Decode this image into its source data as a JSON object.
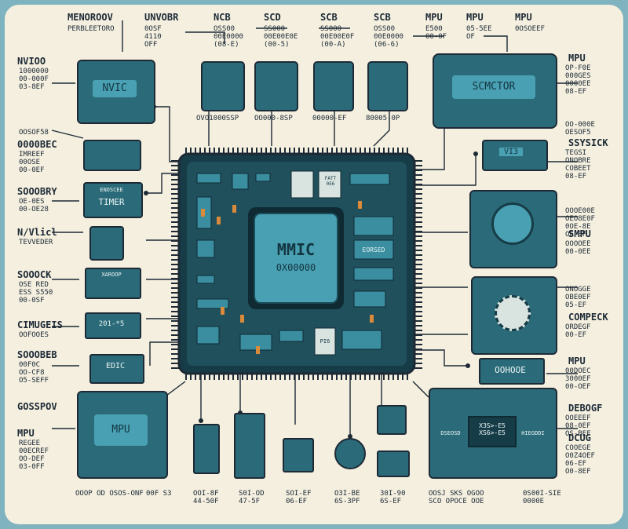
{
  "colors": {
    "paper": "#f4efdf",
    "frame": "#7fb3bf",
    "board": "#2b6b79",
    "board_dark": "#163c47",
    "chip": "#3a8ea0",
    "ink": "#1d2a36",
    "accent_orange": "#d98a3a"
  },
  "chip": {
    "name": "MMIC",
    "address": "0X00000"
  },
  "top_labels": [
    {
      "head": "MENOROOV",
      "sub": "PERBLEETORO"
    },
    {
      "head": "UNVOBR",
      "sub": "0OSF\n4110\nOFF"
    },
    {
      "head": "NCB",
      "sub": "OSS00\n00E0000\n(08-E)"
    },
    {
      "head": "SCD",
      "sub": "SS000\n00E00E0E\n(00-5)"
    },
    {
      "head": "SCB",
      "sub": "SS000\n00E00E0F\n(00-A)"
    },
    {
      "head": "SCB",
      "sub": "OSS00\n00E0000\n(06-6)"
    },
    {
      "head": "MPU",
      "sub": "E500\n00-0F"
    },
    {
      "head": "MPU",
      "sub": "05-5EE\nOF"
    },
    {
      "head": "MPU",
      "sub": "0OSOEEF"
    }
  ],
  "top_addresses": [
    "OVO1000SSP",
    "OO000-8SP",
    "00000-EF",
    "80005-0P"
  ],
  "modules": {
    "nvic": "NVIC",
    "scmctor": "SCMCTOR",
    "timer_top": "ENOSCEE",
    "timer": "TIMER",
    "vi3": "VI3",
    "xaroop": "XAROOP",
    "reg": "201-*5",
    "edic": "EDIC",
    "oohdde": "OOHOOE",
    "mpu": "MPU",
    "fattb": "FATT\n0E6",
    "ecrsed": "EORSED",
    "p16": "PI6",
    "sensor_l": "DSEOSD",
    "sensor_r": "HIEGDDI",
    "sensor_chip": "X3S>-E5\nXS6>-E5"
  },
  "left_labels": [
    {
      "head": "NVIOO",
      "sub": "1000000\n00-000F\n03-8EF"
    },
    {
      "head": "",
      "sub": "OOSOF58"
    },
    {
      "head": "0000BEC",
      "sub": "IMREEF\n00OSE\n00-0EF"
    },
    {
      "head": "SOOOBRY",
      "sub": "OE-0ES\n00-OE28"
    },
    {
      "head": "N/Vlicl",
      "sub": "TEVVEDER"
    },
    {
      "head": "SOOOCK",
      "sub": "OSE RED\nESS S550\n00-0SF"
    },
    {
      "head": "CIMUGEIS",
      "sub": "OOFOOES"
    },
    {
      "head": "SOOOBEB",
      "sub": "00F0C\nOO-CF8\nO5-SEFF"
    },
    {
      "head": "GOSSPOV",
      "sub": ""
    },
    {
      "head": "MPU",
      "sub": "REGEE\n00ECREF\nOO-DEF\n03-0FF"
    }
  ],
  "right_labels": [
    {
      "head": "MPU",
      "sub": "OP-F0E\n000GES\n0000EE\n08-EF"
    },
    {
      "head": "",
      "sub": "OO-000E\nOESOF5"
    },
    {
      "head": "SSYSICK",
      "sub": "TEGSI\nONOBRE\nCOBEET\n08-EF"
    },
    {
      "head": "",
      "sub": "OOOE00E\nOEO8E0F\n0OE-8E\nOE-EF"
    },
    {
      "head": "SMPU",
      "sub": "OOOOEE\n00-0EE"
    },
    {
      "head": "",
      "sub": "ONOGGE\nOBE0EF\n05-EF"
    },
    {
      "head": "COMPECK",
      "sub": "ORDEGF\n00-EF"
    },
    {
      "head": "MPU",
      "sub": "00DOEC\n3000EF\n00-OEF"
    },
    {
      "head": "DEBOGF",
      "sub": "OOEEEF\n08-0EF\nOS-BEF"
    },
    {
      "head": "DCUG",
      "sub": "COOEGE\nO0Z4OEF\n06-EF\nO0-8EF"
    }
  ],
  "bottom_labels": [
    "OOOP OD OSOS-ONF",
    "00F S3",
    "OOI-8F\n44-50F",
    "S0I-OD\n47-5F",
    "SOI-EF\n06-EF",
    "O3I-BE\n6S-3PF",
    "30I-90\n6S-EF",
    "OOSJ SKS OGOO\nSCO OPOCE OOE",
    "0S00I-SIE\n0000E"
  ]
}
